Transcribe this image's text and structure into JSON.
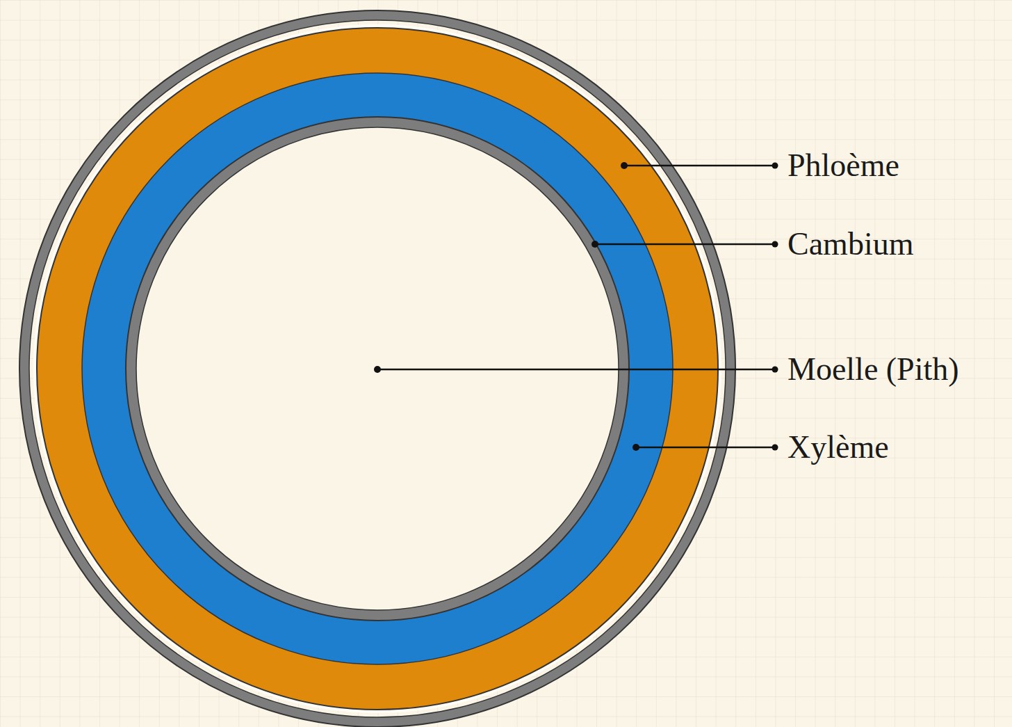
{
  "diagram": {
    "labels": [
      "Phloème",
      "Cambium",
      "Moelle (Pith)",
      "Xylème"
    ]
  }
}
